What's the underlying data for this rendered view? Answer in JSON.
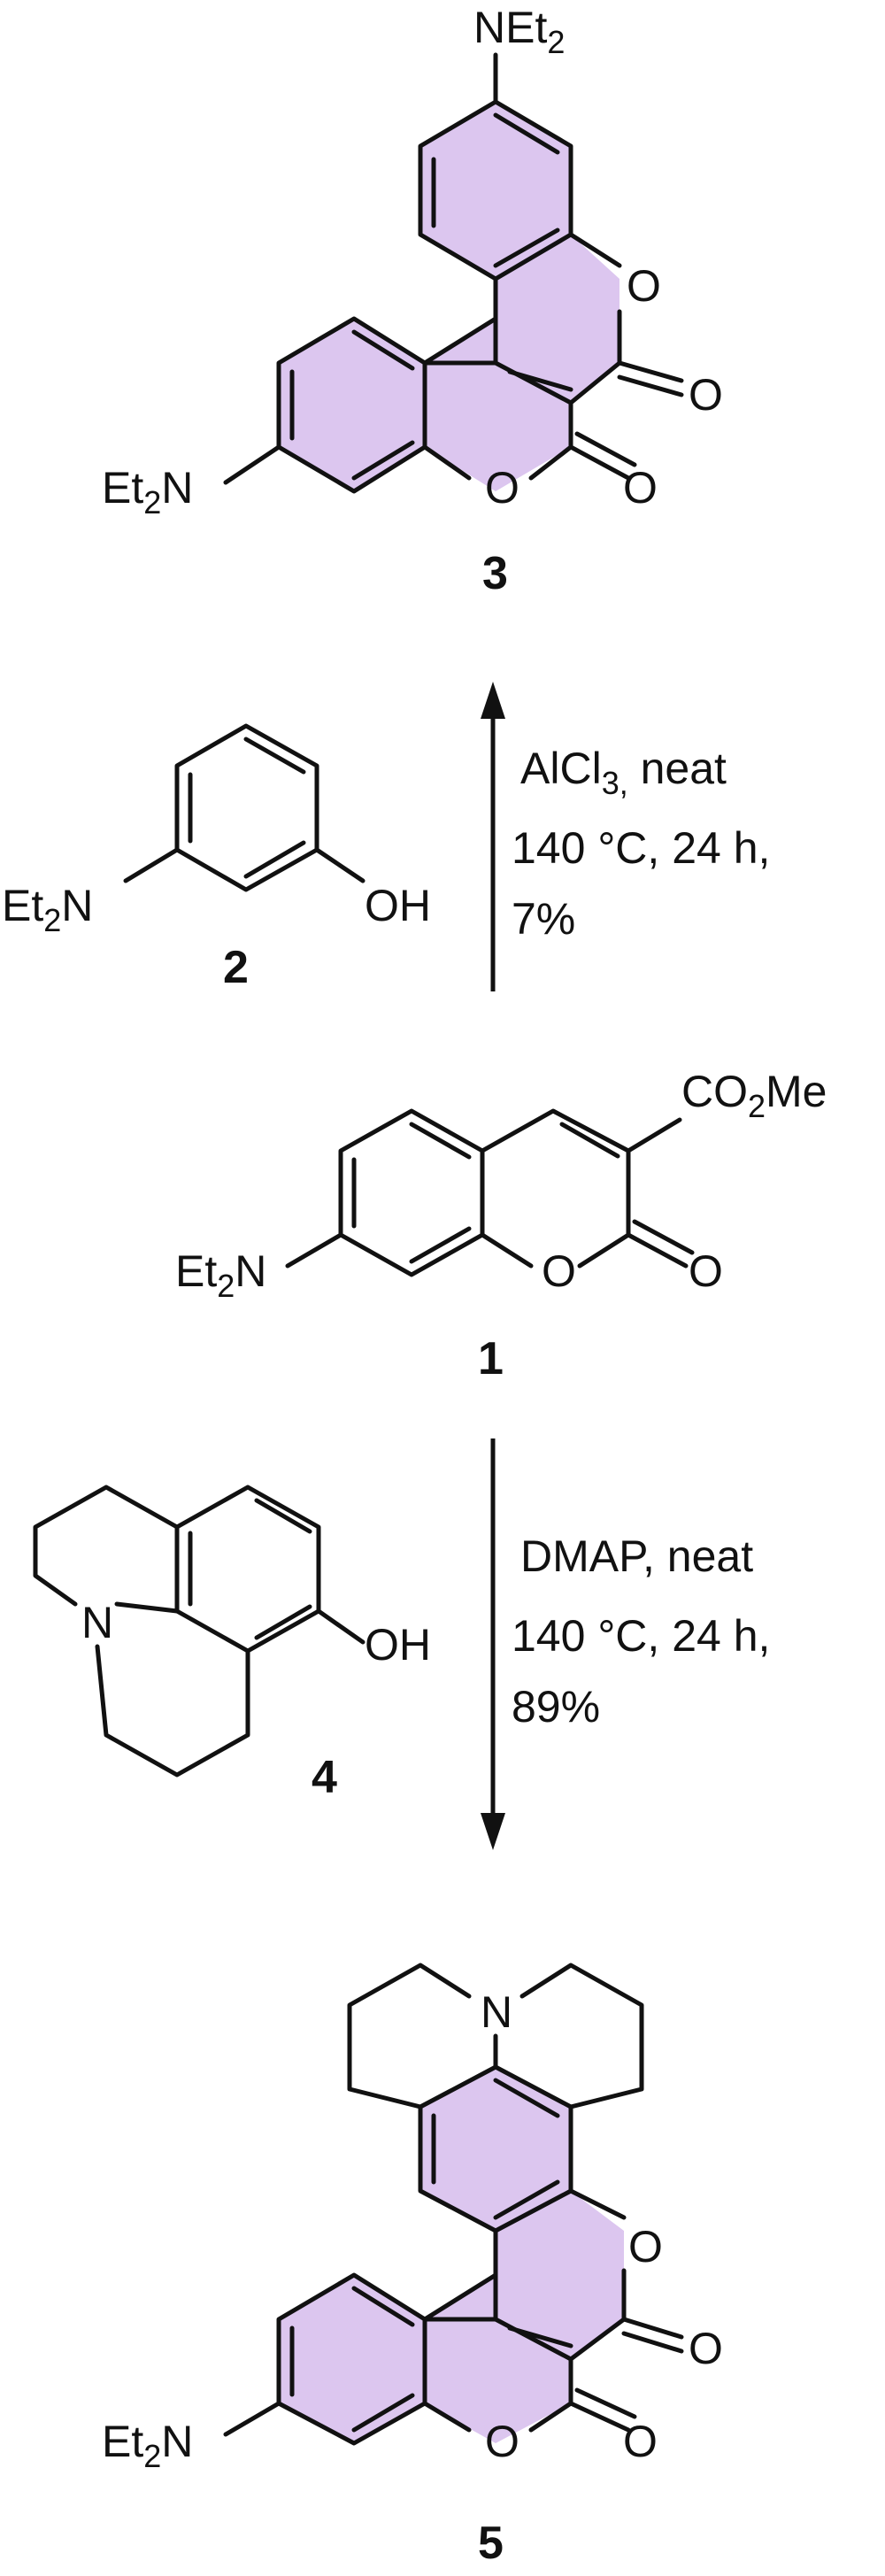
{
  "highlight_color": "#dcc6ef",
  "compounds": {
    "c3": {
      "number": "3",
      "labels": {
        "net2": "NEt",
        "net2_sub": "2",
        "et2n": "Et",
        "et2n_sub": "2",
        "et2n_n": "N",
        "o_ring1": "O",
        "o_keto1": "O",
        "o_ring2": "O",
        "o_keto2": "O"
      }
    },
    "c2": {
      "number": "2",
      "labels": {
        "et2n": "Et",
        "et2n_sub": "2",
        "et2n_n": "N",
        "oh": "OH"
      }
    },
    "c1": {
      "number": "1",
      "labels": {
        "co2me_a": "CO",
        "co2me_sub": "2",
        "co2me_b": "Me",
        "et2n": "Et",
        "et2n_sub": "2",
        "et2n_n": "N",
        "o_ring": "O",
        "o_keto": "O"
      }
    },
    "c4": {
      "number": "4",
      "labels": {
        "n": "N",
        "oh": "OH"
      }
    },
    "c5": {
      "number": "5",
      "labels": {
        "n": "N",
        "et2n": "Et",
        "et2n_sub": "2",
        "et2n_n": "N",
        "o_ring1": "O",
        "o_keto1": "O",
        "o_ring2": "O",
        "o_keto2": "O"
      }
    }
  },
  "reactions": {
    "top": {
      "line1_a": "AlCl",
      "line1_sub": "3,",
      "line1_b": " neat",
      "line2": "140 °C, 24 h,",
      "line3": "7%"
    },
    "bottom": {
      "line1": "DMAP,  neat",
      "line2": "140 °C, 24 h,",
      "line3": "89%"
    }
  }
}
